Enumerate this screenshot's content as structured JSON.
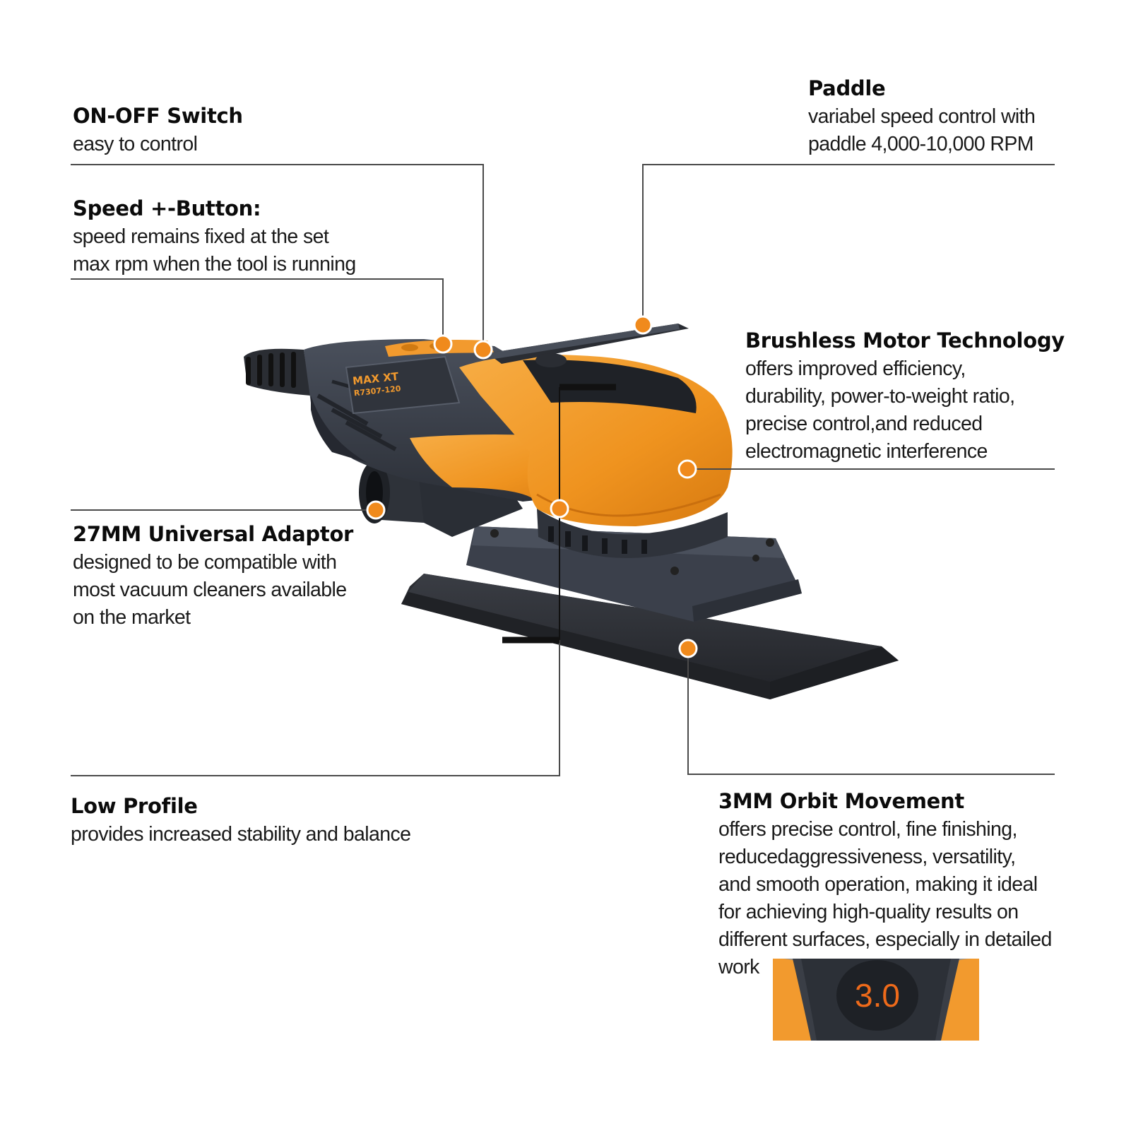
{
  "callouts": {
    "onoff": {
      "title": "ON-OFF Switch",
      "lines": [
        "easy to control"
      ]
    },
    "speed": {
      "title": "Speed +-Button:",
      "lines": [
        "speed remains fixed at the set",
        "max rpm when the tool is running"
      ]
    },
    "adaptor": {
      "title": "27MM Universal Adaptor",
      "lines": [
        "designed to be compatible with",
        "most vacuum cleaners available",
        "on the market"
      ]
    },
    "profile": {
      "title": "Low Profile",
      "lines": [
        "provides increased stability and balance"
      ]
    },
    "paddle": {
      "title": "Paddle",
      "lines": [
        "variabel speed control with",
        "paddle 4,000-10,000 RPM"
      ]
    },
    "motor": {
      "title": "Brushless Motor Technology",
      "lines": [
        "offers improved efficiency,",
        "durability, power-to-weight ratio,",
        "precise control,and reduced",
        "electromagnetic interference"
      ]
    },
    "orbit": {
      "title": "3MM Orbit Movement",
      "lines": [
        "offers precise control, fine finishing,",
        "reducedaggressiveness, versatility,",
        "and smooth operation, making it ideal",
        "for achieving high-quality results on",
        "different surfaces, especially in detailed",
        "work"
      ]
    }
  },
  "product": {
    "brand": "MAX XT",
    "model": "R7307-120"
  },
  "inset": {
    "display_value": "3.0"
  },
  "colors": {
    "accent": "#f08a1c",
    "body_orange": "#f29a2e",
    "body_dark": "#3a3f4a",
    "line": "#444444"
  }
}
